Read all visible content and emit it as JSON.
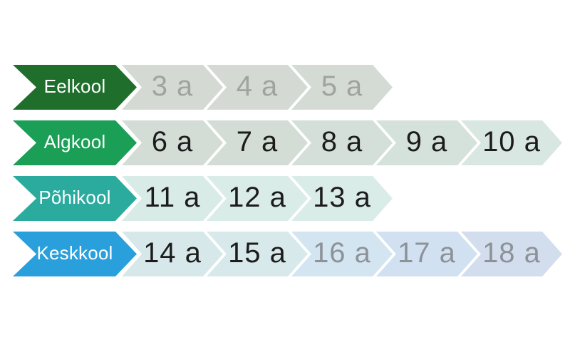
{
  "diagram": {
    "background": "#ffffff",
    "rows": [
      {
        "label": "Eelkool",
        "label_bg": "#1f6e2c",
        "label_color": "#ffffff",
        "segments": [
          {
            "text": "3 a",
            "bg": "#d4dad3",
            "color": "#a0a39f"
          },
          {
            "text": "4 a",
            "bg": "#d4dad3",
            "color": "#a0a39f"
          },
          {
            "text": "5 a",
            "bg": "#d4dbd4",
            "color": "#a0a39f"
          }
        ]
      },
      {
        "label": "Algkool",
        "label_bg": "#1b9e55",
        "label_color": "#ffffff",
        "segments": [
          {
            "text": "6 a",
            "bg": "#d3dcd5",
            "color": "#1c1c1c"
          },
          {
            "text": "7 a",
            "bg": "#d3dcd5",
            "color": "#1c1c1c"
          },
          {
            "text": "8 a",
            "bg": "#d4dfd9",
            "color": "#1c1c1c"
          },
          {
            "text": "9 a",
            "bg": "#d5e1db",
            "color": "#1c1c1c"
          },
          {
            "text": "10 a",
            "bg": "#d8e7e2",
            "color": "#1c1c1c"
          }
        ]
      },
      {
        "label": "Põhikool",
        "label_bg": "#2aab9e",
        "label_color": "#ffffff",
        "segments": [
          {
            "text": "11 a",
            "bg": "#d8ebe7",
            "color": "#1c1c1c"
          },
          {
            "text": "12 a",
            "bg": "#d9ece8",
            "color": "#1c1c1c"
          },
          {
            "text": "13 a",
            "bg": "#d9ece8",
            "color": "#1c1c1c"
          }
        ]
      },
      {
        "label": "Keskkool",
        "label_bg": "#29a0dc",
        "label_color": "#ffffff",
        "segments": [
          {
            "text": "14 a",
            "bg": "#d7e8eb",
            "color": "#1c1c1c"
          },
          {
            "text": "15 a",
            "bg": "#d8e9ec",
            "color": "#1c1c1c"
          },
          {
            "text": "16 a",
            "bg": "#d3e5f1",
            "color": "#8d9298"
          },
          {
            "text": "17 a",
            "bg": "#d1e1f1",
            "color": "#8d9298"
          },
          {
            "text": "18 a",
            "bg": "#d2deee",
            "color": "#8d9298"
          }
        ]
      }
    ]
  }
}
